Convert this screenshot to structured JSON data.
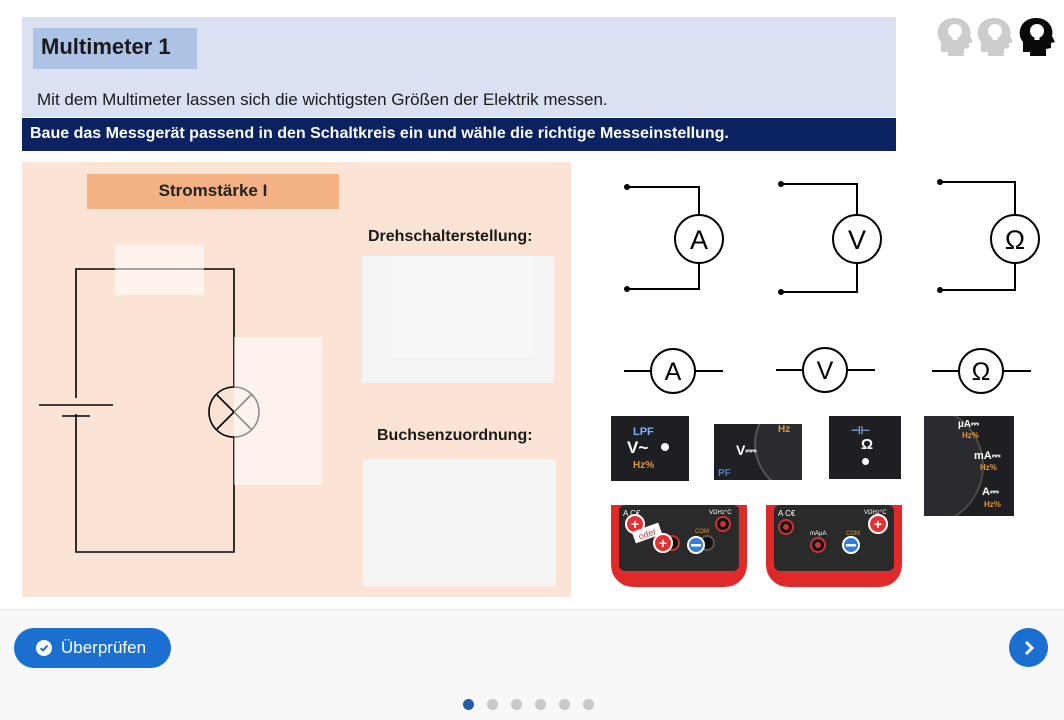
{
  "header": {
    "title": "Multimeter 1",
    "subtitle": "Mit dem Multimeter lassen sich die wichtigsten Größen der Elektrik messen.",
    "task": "Baue das Messgerät passend in den Schaltkreis ein und wähle die richtige Messeinstellung."
  },
  "hints": {
    "total": 3,
    "used": 2,
    "icon": "lightbulb-head-icon"
  },
  "panel": {
    "quantity": "Stromstärke I",
    "dial_label": "Drehschalterstellung:",
    "socket_label": "Buchsenzuordnung:"
  },
  "meters_connected": [
    {
      "name": "ammeter-connected",
      "symbol": "A"
    },
    {
      "name": "voltmeter-connected",
      "symbol": "V"
    },
    {
      "name": "ohmmeter-connected",
      "symbol": "Ω"
    }
  ],
  "meters_inline": [
    {
      "name": "ammeter-inline",
      "symbol": "A"
    },
    {
      "name": "voltmeter-inline",
      "symbol": "V"
    },
    {
      "name": "ohmmeter-inline",
      "symbol": "Ω"
    }
  ],
  "dial_tiles": [
    {
      "name": "dial-setting-ac-voltage",
      "lines": [
        "LPF",
        "V~",
        "Hz%"
      ]
    },
    {
      "name": "dial-setting-dc-voltage",
      "lines": [
        "V⎓",
        "Hz",
        "PF"
      ]
    },
    {
      "name": "dial-setting-resistance",
      "lines": [
        "⊣⊢",
        "Ω"
      ]
    },
    {
      "name": "dial-setting-current",
      "lines": [
        "µA⎓",
        "Hz%",
        "mA⎓",
        "Hz%",
        "A⎓",
        "Hz%"
      ]
    }
  ],
  "socket_images": [
    {
      "name": "socket-assignment-current",
      "oder": "oder",
      "header": "A  C€",
      "right": "VΩHz°C",
      "com": "COM"
    },
    {
      "name": "socket-assignment-voltage",
      "header": "A  C€",
      "mid": "mAµA",
      "right": "VΩHz°C",
      "com": "COM"
    }
  ],
  "footer": {
    "check_label": "Überprüfen",
    "pages": 6,
    "current_page": 1
  },
  "colors": {
    "header_bg": "#d9e1f2",
    "title_tag": "#adc3e6",
    "task_bar": "#0a2260",
    "panel_bg": "#fbe3d6",
    "quantity_tag": "#f4b183",
    "button": "#1a6fd1"
  }
}
